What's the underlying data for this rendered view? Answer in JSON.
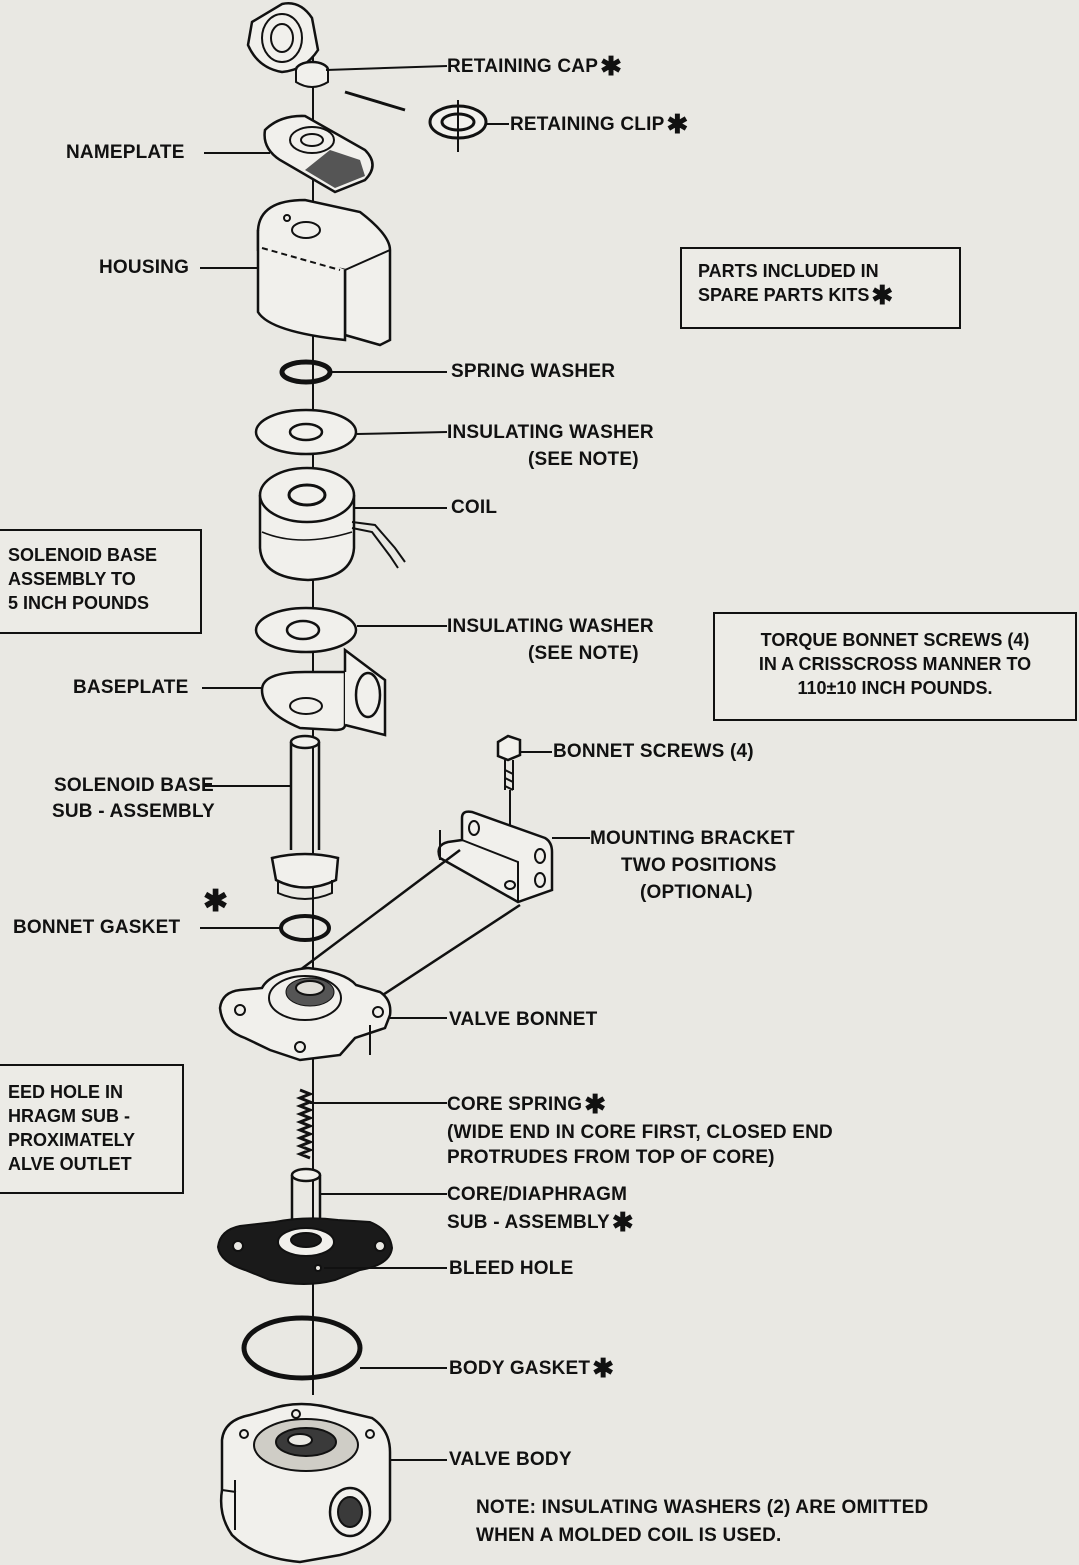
{
  "labels": {
    "retaining_cap": "RETAINING CAP",
    "retaining_clip": "RETAINING CLIP",
    "nameplate": "NAMEPLATE",
    "housing": "HOUSING",
    "spring_washer": "SPRING WASHER",
    "insulating_washer_1": "INSULATING WASHER",
    "insulating_washer_1_note": "(SEE NOTE)",
    "coil": "COIL",
    "insulating_washer_2": "INSULATING WASHER",
    "insulating_washer_2_note": "(SEE NOTE)",
    "baseplate": "BASEPLATE",
    "bonnet_screws": "BONNET SCREWS (4)",
    "solenoid_base_1": "SOLENOID BASE",
    "solenoid_base_2": "SUB - ASSEMBLY",
    "mounting_bracket_1": "MOUNTING BRACKET",
    "mounting_bracket_2": "TWO POSITIONS",
    "mounting_bracket_3": "(OPTIONAL)",
    "bonnet_gasket": "BONNET GASKET",
    "valve_bonnet": "VALVE BONNET",
    "core_spring": "CORE SPRING",
    "core_spring_note_1": "(WIDE END IN CORE FIRST, CLOSED END",
    "core_spring_note_2": "PROTRUDES FROM TOP OF CORE)",
    "core_diaphragm_1": "CORE/DIAPHRAGM",
    "core_diaphragm_2": "SUB - ASSEMBLY",
    "bleed_hole": "BLEED HOLE",
    "body_gasket": "BODY GASKET",
    "valve_body": "VALVE BODY",
    "note_1": "NOTE:  INSULATING WASHERS (2) ARE OMITTED",
    "note_2": "WHEN A MOLDED COIL IS USED."
  },
  "boxes": {
    "spare_parts_1": "PARTS INCLUDED IN",
    "spare_parts_2": "SPARE PARTS KITS",
    "torque_1": "TORQUE BONNET SCREWS (4)",
    "torque_2": "IN A CRISSCROSS MANNER TO",
    "torque_3": "110±10 INCH POUNDS.",
    "solenoid_torque_1": "SOLENOID BASE",
    "solenoid_torque_2": "ASSEMBLY TO",
    "solenoid_torque_3": "5 INCH POUNDS",
    "bleed_hole_1": "EED HOLE IN",
    "bleed_hole_2": "HRAGM SUB -",
    "bleed_hole_3": "PROXIMATELY",
    "bleed_hole_4": "ALVE OUTLET"
  },
  "star_symbol": "✱"
}
